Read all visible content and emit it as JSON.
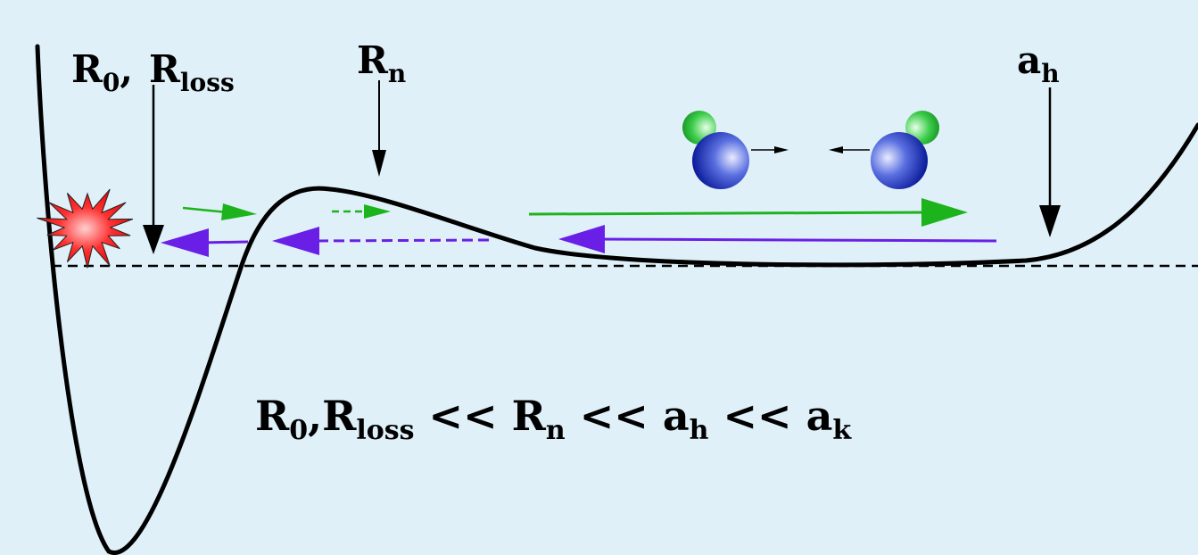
{
  "labels": {
    "top_left": {
      "r0": "R",
      "r0_sub": "0",
      "sep": ",",
      "rloss": "R",
      "rloss_sub": "loss"
    },
    "top_mid": {
      "rn": "R",
      "rn_sub": "n"
    },
    "top_right": {
      "ah": "a",
      "ah_sub": "h"
    }
  },
  "relation": {
    "t1": "R",
    "s1": "0",
    "c1": ",",
    "t2": "R",
    "s2": "loss",
    "op1": " << ",
    "t3": "R",
    "s3": "n",
    "op2": " << ",
    "t4": "a",
    "s4": "h",
    "op3": " << ",
    "t5": "a",
    "s5": "k"
  },
  "colors": {
    "background": "#dff0f8",
    "green_arrow": "#1db31d",
    "purple_arrow": "#6a1fe6",
    "curve": "#000000",
    "burst": "#ff2020",
    "atom_blue": "#1a2fb0",
    "atom_green": "#2cc43a"
  },
  "icons": [
    "explosion-burst-icon",
    "molecule-left-icon",
    "molecule-right-icon"
  ]
}
